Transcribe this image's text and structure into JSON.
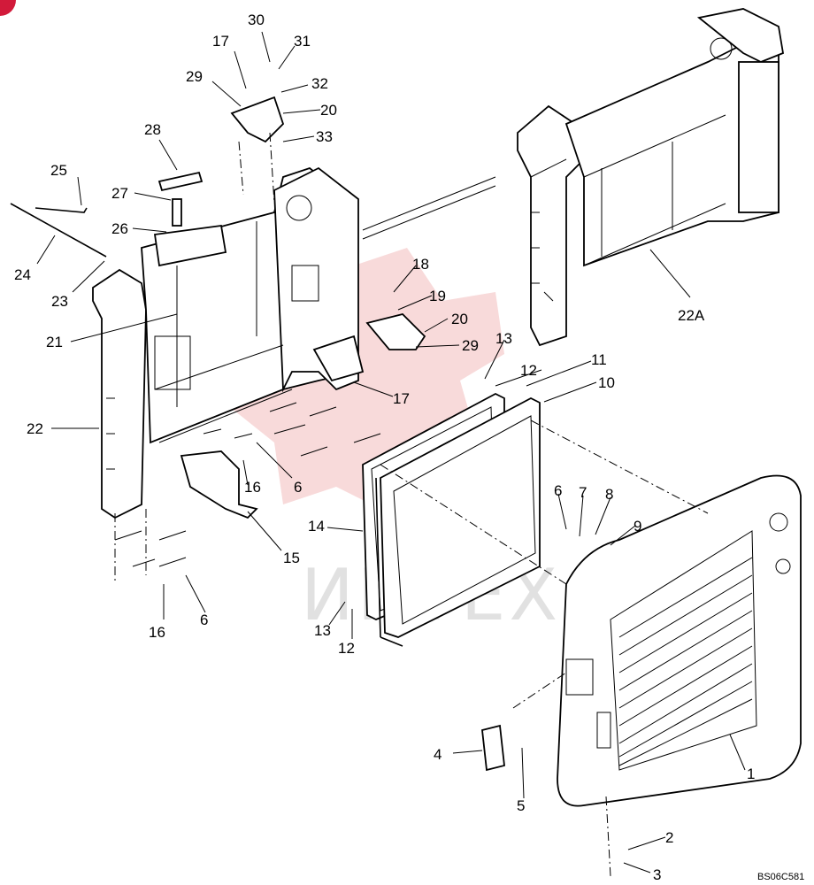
{
  "diagram": {
    "drawing_code": "BS06C581",
    "watermark_text": "ИНТЕХ",
    "callouts": [
      "30",
      "17",
      "31",
      "29",
      "32",
      "20",
      "33",
      "28",
      "25",
      "27",
      "26",
      "24",
      "23",
      "21",
      "22",
      "18",
      "19",
      "20",
      "29",
      "17",
      "13",
      "12",
      "11",
      "10",
      "16",
      "6",
      "15",
      "14",
      "6",
      "7",
      "8",
      "9",
      "16",
      "6",
      "13",
      "12",
      "22A",
      "4",
      "5",
      "1",
      "2",
      "3"
    ]
  }
}
